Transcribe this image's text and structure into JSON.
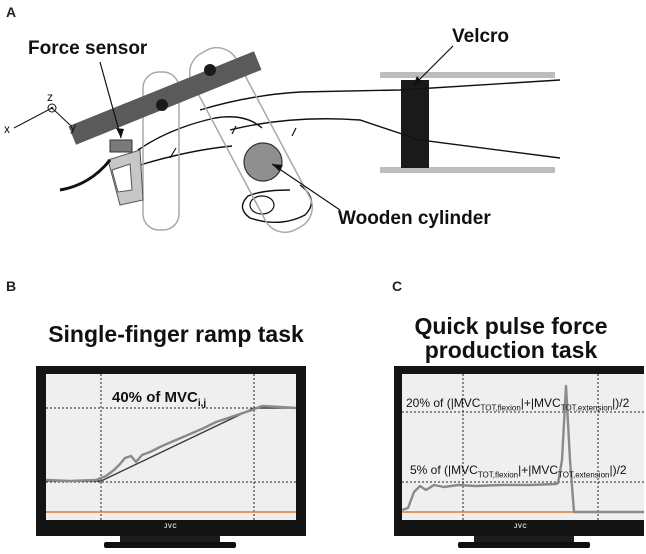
{
  "panels": {
    "a": {
      "letter": "A",
      "labels": {
        "force_sensor": "Force sensor",
        "velcro": "Velcro",
        "wooden_cylinder": "Wooden cylinder"
      },
      "axes": {
        "x": "x",
        "y": "y",
        "z": "z"
      }
    },
    "b": {
      "letter": "B",
      "title": "Single-finger ramp task",
      "level_label": {
        "prefix": "40% of MVC",
        "sub": "i,j"
      },
      "tv_brand": "JVC"
    },
    "c": {
      "letter": "C",
      "title_line1": "Quick pulse force",
      "title_line2": "production task",
      "upper_label": {
        "p1": "20% of (|MVC",
        "s1": "TOT,flexion",
        "p2": "|+|MVC",
        "s2": "TOT,extension",
        "p3": "|)/2"
      },
      "lower_label": {
        "p1": "5% of (|MVC",
        "s1": "TOT,flexion",
        "p2": "|+|MVC",
        "s2": "TOT,extension",
        "p3": "|)/2"
      },
      "tv_brand": "JVC"
    }
  },
  "colors": {
    "screen_bg": "#efefef",
    "trace": "#8a8a8a",
    "target": "#3a3a3a",
    "baseline": "#e07a2c",
    "tv_frame": "#141414",
    "sensor_dark": "#5a5a5a"
  }
}
